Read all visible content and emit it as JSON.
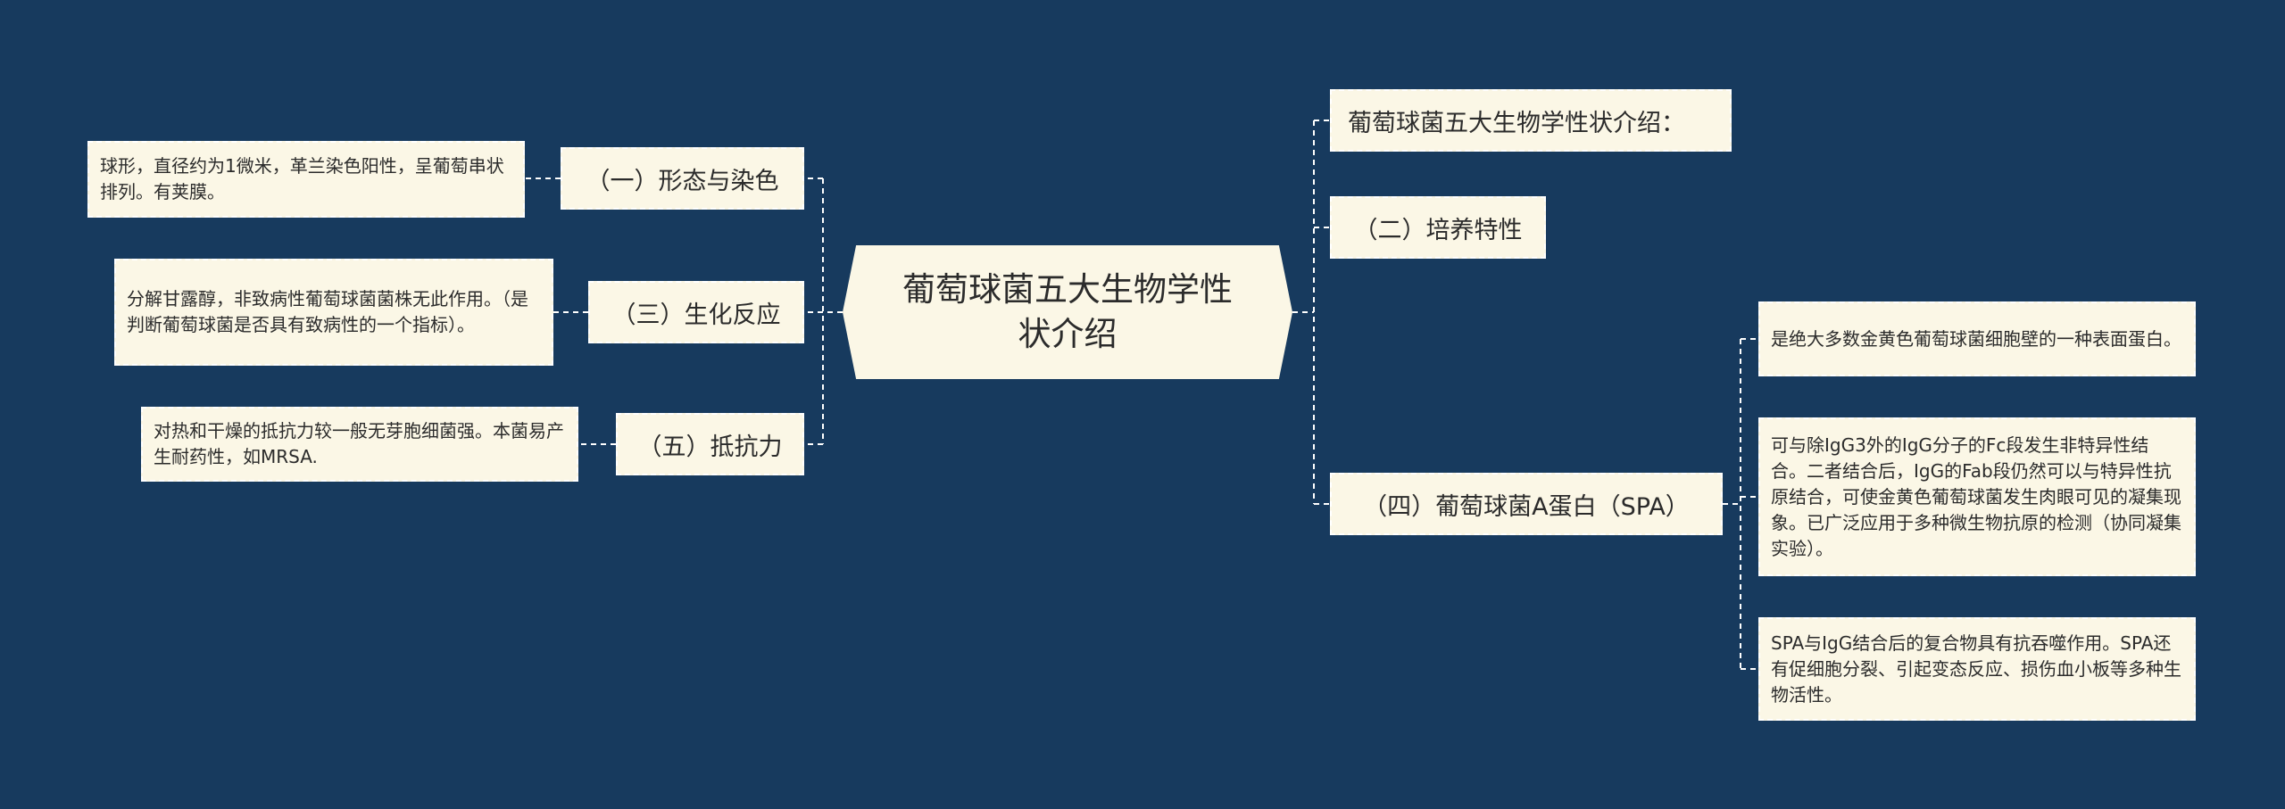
{
  "center": {
    "title": "葡萄球菌五大生物学性状介绍"
  },
  "left_branches": [
    {
      "label": "（一）形态与染色",
      "detail": "球形，直径约为1微米，革兰染色阳性，呈葡萄串状排列。有荚膜。"
    },
    {
      "label": "（三）生化反应",
      "detail": "分解甘露醇，非致病性葡萄球菌菌株无此作用。（是判断葡萄球菌是否具有致病性的一个指标）。"
    },
    {
      "label": "（五）抵抗力",
      "detail": "对热和干燥的抵抗力较一般无芽胞细菌强。本菌易产生耐药性，如MRSA."
    }
  ],
  "right_branches": [
    {
      "label": "葡萄球菌五大生物学性状介绍："
    },
    {
      "label": "（二）培养特性"
    },
    {
      "label": "（四）葡萄球菌A蛋白（SPA）",
      "details": [
        "是绝大多数金黄色葡萄球菌细胞壁的一种表面蛋白。",
        "可与除IgG3外的IgG分子的Fc段发生非特异性结合。二者结合后，IgG的Fab段仍然可以与特异性抗原结合，可使金黄色葡萄球菌发生肉眼可见的凝集现象。已广泛应用于多种微生物抗原的检测（协同凝集实验）。",
        "SPA与IgG结合后的复合物具有抗吞噬作用。SPA还有促细胞分裂、引起变态反应、损伤血小板等多种生物活性。"
      ]
    }
  ],
  "colors": {
    "background": "#173a5e",
    "node_fill": "#fbf7e6",
    "connector": "#ffffff"
  }
}
